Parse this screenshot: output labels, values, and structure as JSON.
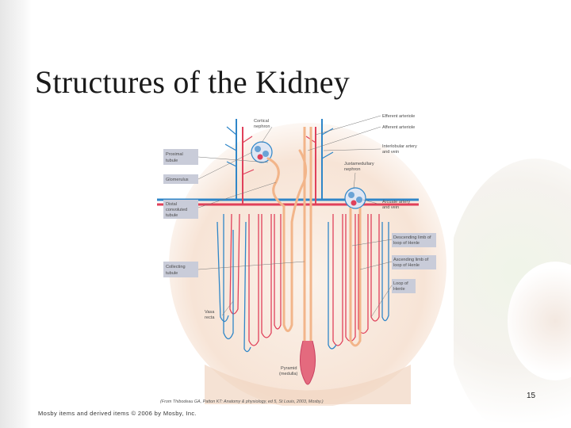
{
  "slide": {
    "title": "Structures of the Kidney",
    "page_number": "15",
    "footer": "Mosby items and derived items © 2006 by Mosby, Inc."
  },
  "figure": {
    "labels": {
      "cortical_nephron": [
        "Cortical",
        "nephron"
      ],
      "efferent_arteriole": "Efferent arteriole",
      "afferent_arteriole": "Afferent arteriole",
      "interlobular_artery_vein": [
        "Interlobular artery",
        "and vein"
      ],
      "juxtamedullary_nephron": [
        "Juxtamedullary",
        "nephron"
      ],
      "proximal_tubule": [
        "Proximal",
        "tubule"
      ],
      "glomerulus": "Glomerulus",
      "distal_convoluted_tubule": [
        "Distal",
        "convoluted",
        "tubule"
      ],
      "arcuate_artery_vein": [
        "Arcuate artery",
        "and vein"
      ],
      "descending_limb": [
        "Descending limb of",
        "loop of Henle"
      ],
      "ascending_limb": [
        "Ascending limb of",
        "loop of Henle"
      ],
      "collecting_tubule": [
        "Collecting",
        "tubule"
      ],
      "loop_of_henle": [
        "Loop of",
        "Henle"
      ],
      "vasa_recta": [
        "Vasa",
        "recta"
      ],
      "pyramid": [
        "Pyramid",
        "(medulla)"
      ]
    },
    "caption": "(From Thibodeau GA, Patton KT: Anatomy & physiology, ed 5, St Louis, 2003, Mosby.)",
    "colors": {
      "artery": "#e0405a",
      "vein": "#2f86c8",
      "tubule": "#f2b58a",
      "background": "#f8e6d8"
    }
  }
}
